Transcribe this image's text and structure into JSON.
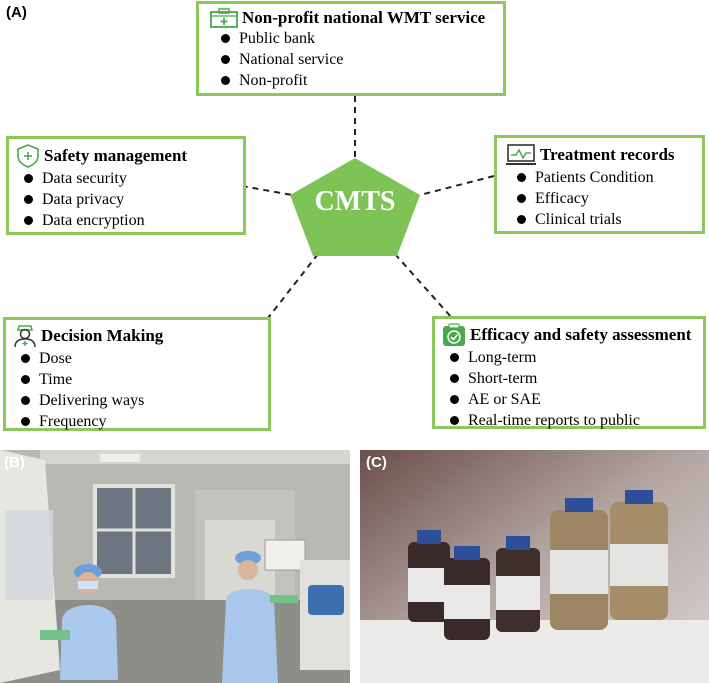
{
  "panels": {
    "a": "(A)",
    "b": "(B)",
    "c": "(C)"
  },
  "center": {
    "label": "CMTS",
    "color": "#7ec356"
  },
  "accent": "#8cc85a",
  "boxes": {
    "nonprofit": {
      "title": "Non-profit national WMT service",
      "icon": "medical-kit-icon",
      "items": [
        "Public bank",
        "National service",
        "Non-profit"
      ]
    },
    "safety": {
      "title": "Safety management",
      "icon": "shield-plus-icon",
      "items": [
        "Data security",
        "Data privacy",
        "Data encryption"
      ]
    },
    "treatment": {
      "title": "Treatment records",
      "icon": "monitor-chart-icon",
      "items": [
        "Patients Condition",
        "Efficacy",
        "Clinical trials"
      ]
    },
    "decision": {
      "title": "Decision Making",
      "icon": "doctor-icon",
      "items": [
        "Dose",
        "Time",
        "Delivering ways",
        "Frequency"
      ]
    },
    "efficacy": {
      "title": "Efficacy and safety assessment",
      "icon": "clipboard-check-icon",
      "items": [
        "Long-term",
        "Short-term",
        "AE or SAE",
        "Real-time reports to public"
      ]
    }
  }
}
